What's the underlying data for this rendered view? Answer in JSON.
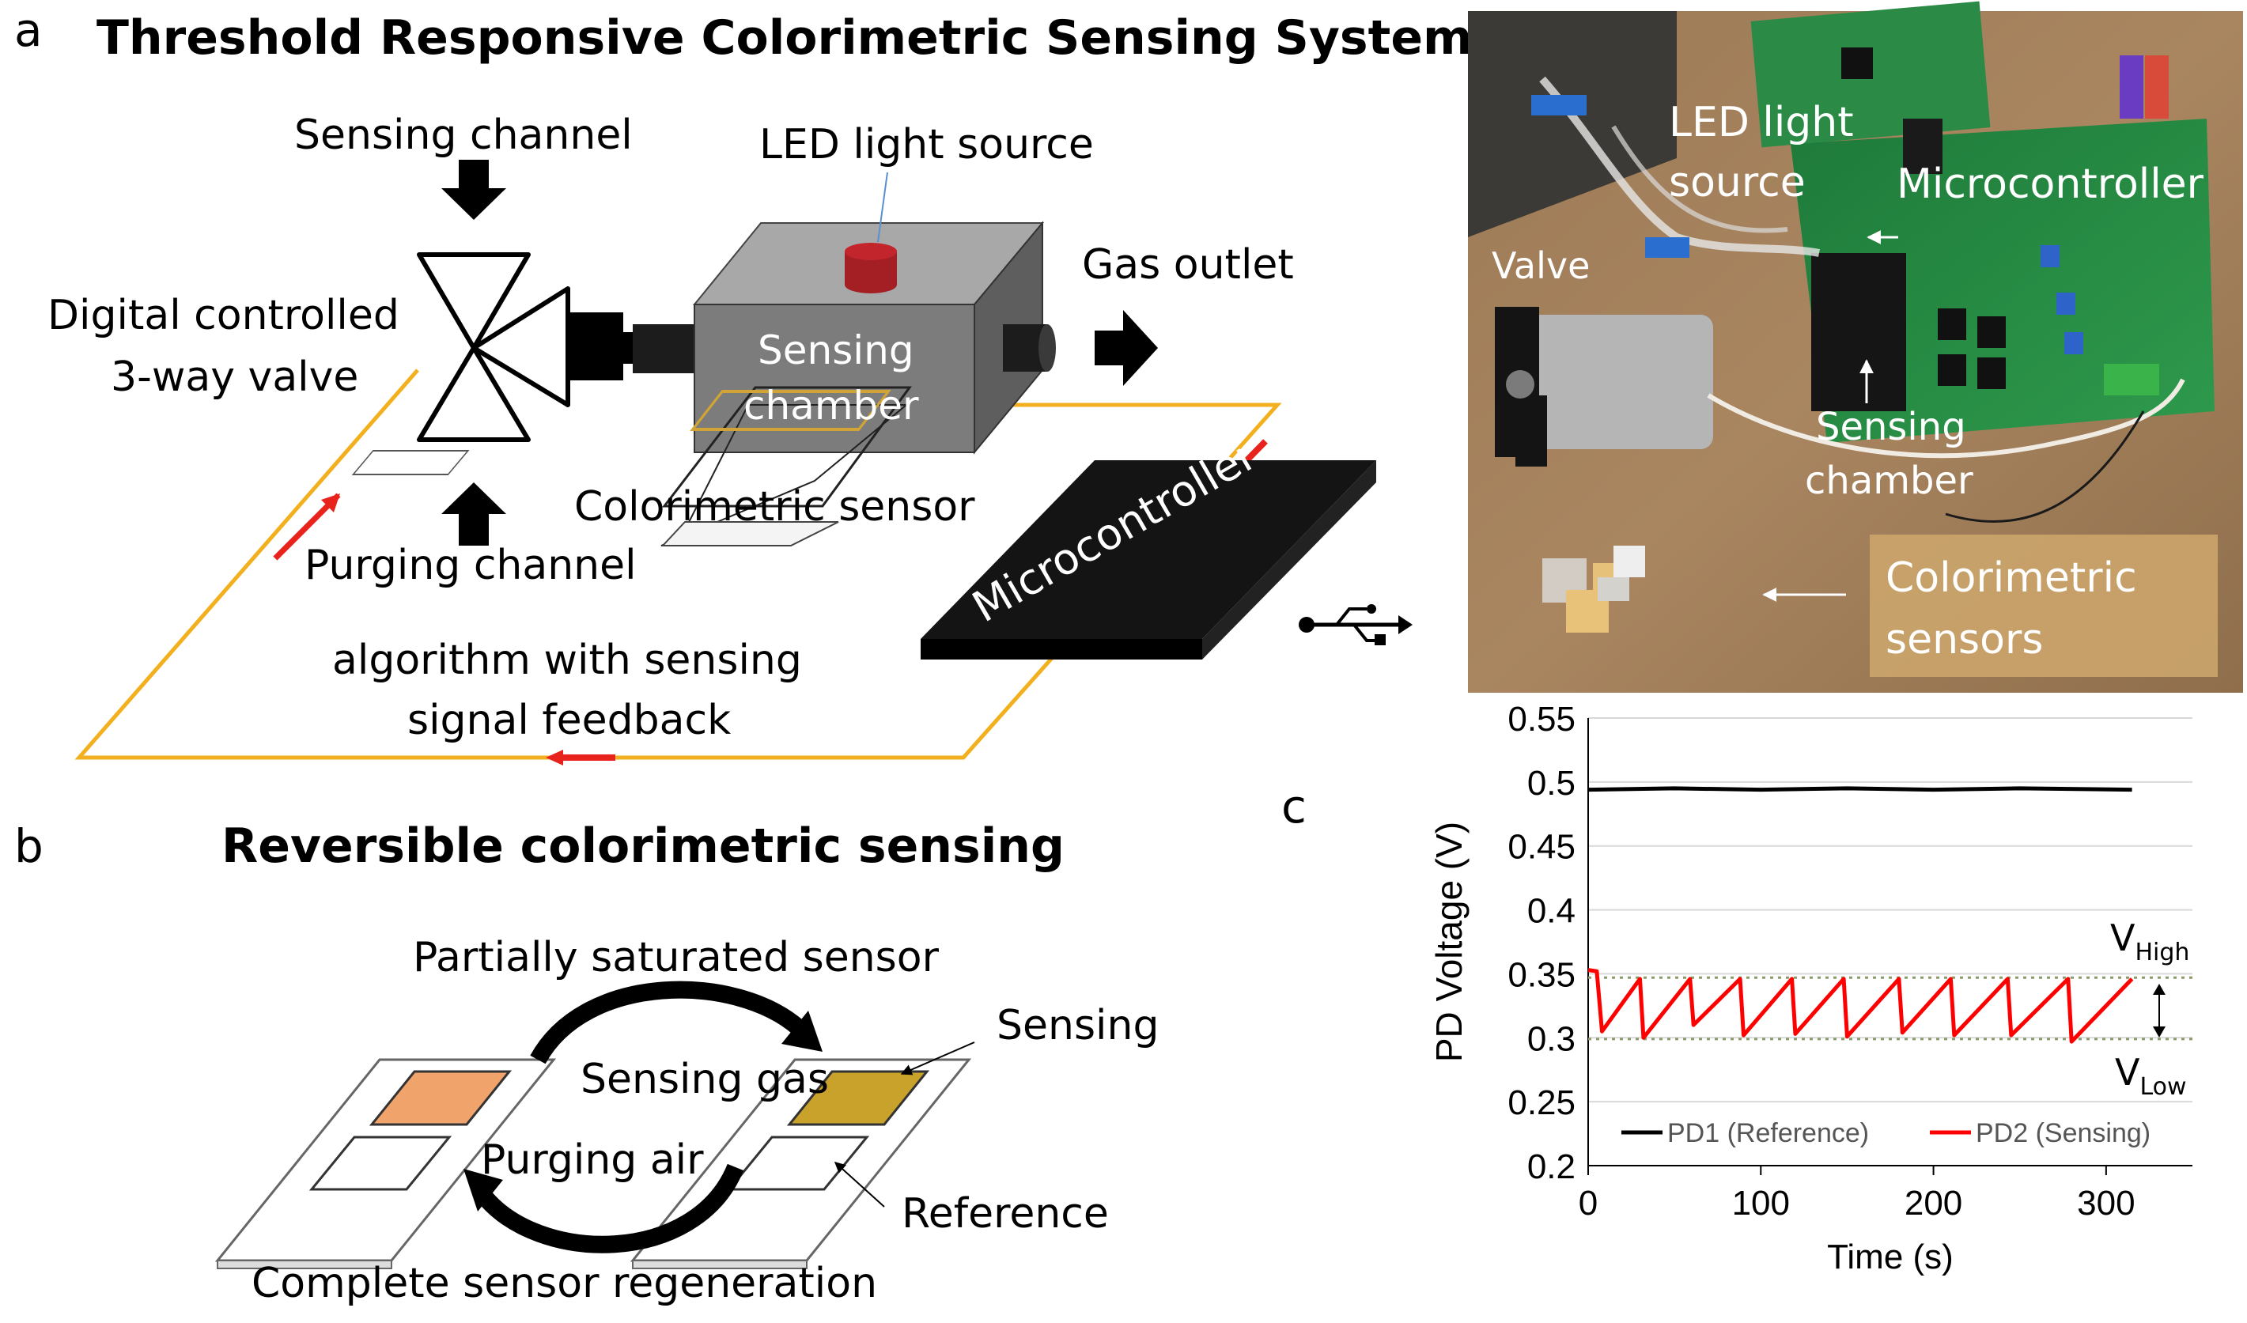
{
  "panel_a": {
    "letter": "a",
    "title": "Threshold Responsive Colorimetric Sensing System",
    "labels": {
      "sensing_channel": "Sensing channel",
      "led": "LED light source",
      "valve_line1": "Digital controlled",
      "valve_line2": "3-way valve",
      "gas_outlet": "Gas outlet",
      "chamber_line1": "Sensing",
      "chamber_line2": "chamber",
      "colorimetric_sensor": "Colorimetric sensor",
      "purging_channel": "Purging channel",
      "microcontroller": "Microcontroller",
      "algorithm_line1": "algorithm with sensing",
      "algorithm_line2": "signal feedback"
    },
    "photo_labels": {
      "led_line1": "LED light",
      "led_line2": "source",
      "microcontroller": "Microcontroller",
      "valve": "Valve",
      "chamber_line1": "Sensing",
      "chamber_line2": "chamber",
      "sensors_line1": "Colorimetric",
      "sensors_line2": "sensors"
    }
  },
  "panel_b": {
    "letter": "b",
    "title": "Reversible colorimetric sensing",
    "labels": {
      "partially": "Partially saturated sensor",
      "sensing": "Sensing",
      "sensing_gas": "Sensing gas",
      "purging_air": "Purging air",
      "reference": "Reference",
      "complete": "Complete sensor regeneration"
    },
    "colors": {
      "left_pad": "#f0a46c",
      "right_pad": "#c9a22c"
    }
  },
  "panel_c": {
    "letter": "c",
    "v_high": "V",
    "v_high_sub": "High",
    "v_low": "V",
    "v_low_sub": "Low"
  },
  "chart_data": {
    "type": "line",
    "xlabel": "Time (s)",
    "ylabel": "PD Voltage (V)",
    "xlim": [
      0,
      350
    ],
    "ylim": [
      0.2,
      0.55
    ],
    "xticks": [
      0,
      100,
      200,
      300
    ],
    "yticks": [
      0.2,
      0.25,
      0.3,
      0.35,
      0.4,
      0.45,
      0.5,
      0.55
    ],
    "tick_labels_y": [
      "0.2",
      "0.25",
      "0.3",
      "0.35",
      "0.4",
      "0.45",
      "0.5",
      "0.55"
    ],
    "tick_labels_x": [
      "0",
      "100",
      "200",
      "300"
    ],
    "grid": "horizontal",
    "legend_position": "bottom",
    "thresholds": {
      "high": 0.347,
      "low": 0.299
    },
    "series": [
      {
        "name": "PD1 (Reference)",
        "color": "#000000",
        "x": [
          0,
          50,
          100,
          150,
          200,
          250,
          315
        ],
        "y": [
          0.494,
          0.495,
          0.494,
          0.495,
          0.494,
          0.495,
          0.494
        ]
      },
      {
        "name": "PD2 (Sensing)",
        "color": "#ff0000",
        "x": [
          0,
          5,
          8,
          30,
          32,
          59,
          61,
          88,
          90,
          118,
          120,
          148,
          150,
          180,
          182,
          210,
          212,
          243,
          245,
          278,
          280,
          315
        ],
        "y": [
          0.353,
          0.352,
          0.305,
          0.346,
          0.3,
          0.346,
          0.31,
          0.346,
          0.302,
          0.346,
          0.303,
          0.346,
          0.301,
          0.346,
          0.304,
          0.346,
          0.302,
          0.346,
          0.302,
          0.346,
          0.297,
          0.346
        ]
      }
    ]
  }
}
